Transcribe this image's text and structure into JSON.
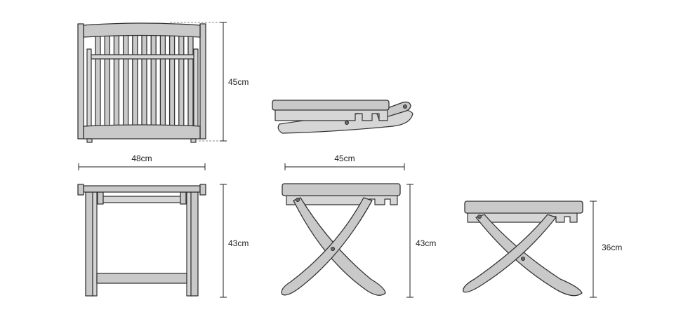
{
  "dimensions": {
    "top_depth": "45cm",
    "front_width": "48cm",
    "front_height": "43cm",
    "side_width": "45cm",
    "side_height": "43cm",
    "low_height": "36cm"
  },
  "colors": {
    "wood_fill": "#c9c9c9",
    "outline": "#333333",
    "bolt": "#6a6a6a"
  }
}
